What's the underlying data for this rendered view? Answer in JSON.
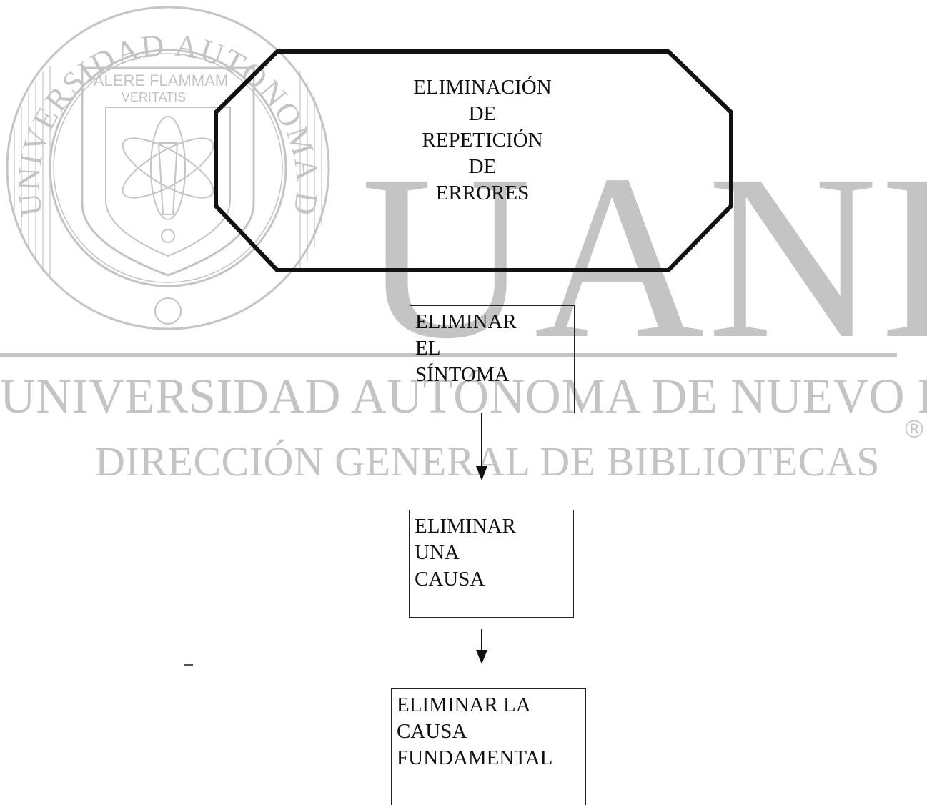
{
  "watermark": {
    "seal_ring_top": "UNIVERSIDAD AUTÓNOMA DE NUEVO LEÓN",
    "seal_motto": [
      "ALERE FLAMMAM",
      "VERITATIS"
    ],
    "big_letters": "UANL",
    "university_line": "UNIVERSIDAD AUTÓNOMA DE NUEVO LEÓN",
    "registered_mark": "®",
    "direction_line": "DIRECCIÓN GENERAL DE BIBLIOTECAS"
  },
  "diagram": {
    "goal": {
      "lines": [
        "ELIMINACIÓN",
        "DE",
        "REPETICIÓN",
        "DE",
        "ERRORES"
      ]
    },
    "steps": [
      {
        "lines": [
          "ELIMINAR",
          "EL",
          "SÍNTOMA"
        ]
      },
      {
        "lines": [
          "ELIMINAR",
          "UNA",
          "CAUSA"
        ]
      },
      {
        "lines": [
          "ELIMINAR LA",
          "CAUSA",
          "FUNDAMENTAL"
        ]
      }
    ]
  },
  "colors": {
    "watermark": "#c4c4c4",
    "ink": "#111111"
  }
}
